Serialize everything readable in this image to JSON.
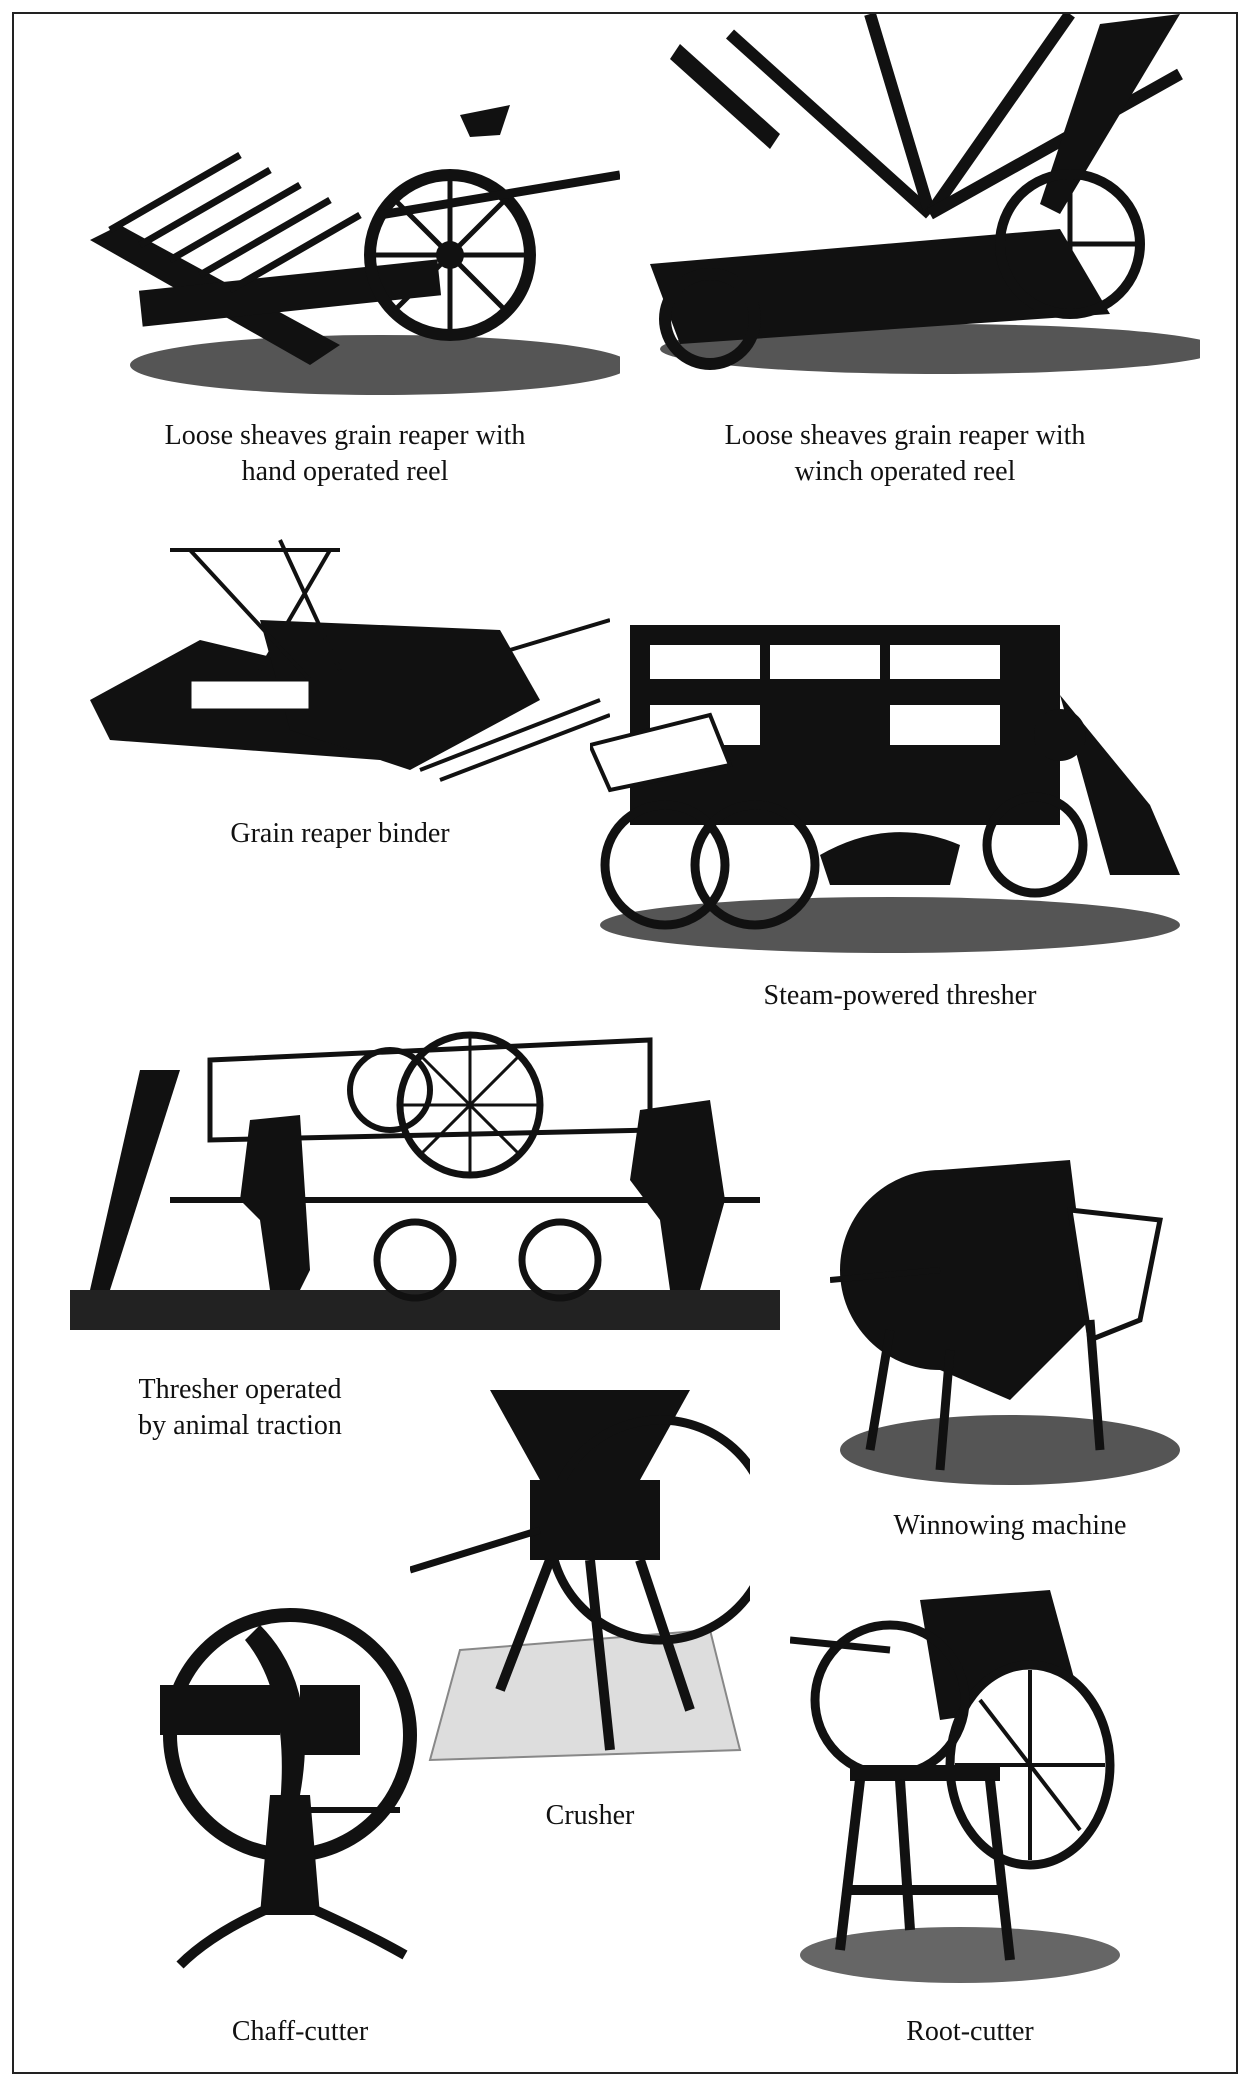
{
  "plate": {
    "items": [
      {
        "id": "reaper-hand",
        "lines": [
          "Loose sheaves grain reaper with",
          "hand operated reel"
        ]
      },
      {
        "id": "reaper-winch",
        "lines": [
          "Loose sheaves grain reaper with",
          "winch operated reel"
        ]
      },
      {
        "id": "reaper-binder",
        "lines": [
          "Grain reaper binder"
        ]
      },
      {
        "id": "steam-thresher",
        "lines": [
          "Steam-powered thresher"
        ]
      },
      {
        "id": "animal-thresher",
        "lines": [
          "Thresher operated",
          "by animal traction"
        ]
      },
      {
        "id": "winnowing",
        "lines": [
          "Winnowing machine"
        ]
      },
      {
        "id": "crusher",
        "lines": [
          "Crusher"
        ]
      },
      {
        "id": "chaff-cutter",
        "lines": [
          "Chaff-cutter"
        ]
      },
      {
        "id": "root-cutter",
        "lines": [
          "Root-cutter"
        ]
      }
    ]
  },
  "colors": {
    "ink": "#111111",
    "paper": "#ffffff",
    "shade": "#555555"
  }
}
